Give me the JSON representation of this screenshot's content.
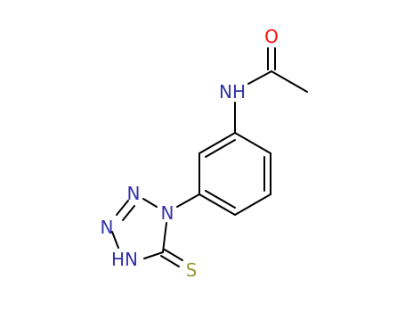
{
  "molecule": {
    "atoms": {
      "oxygen": {
        "label": "O",
        "color": "#ff0d0d"
      },
      "amide_nitrogen": {
        "label": "NH",
        "color": "#3333aa"
      },
      "ring_nitrogen_1": {
        "label": "N",
        "color": "#3333aa"
      },
      "ring_nitrogen_2": {
        "label": "N",
        "color": "#3333aa"
      },
      "ring_nitrogen_3": {
        "label": "N",
        "color": "#3333aa"
      },
      "ring_nitrogen_4": {
        "label": "HN",
        "color": "#3333aa"
      },
      "sulfur": {
        "label": "S",
        "color": "#999933"
      }
    },
    "bond_color": "#000000"
  }
}
